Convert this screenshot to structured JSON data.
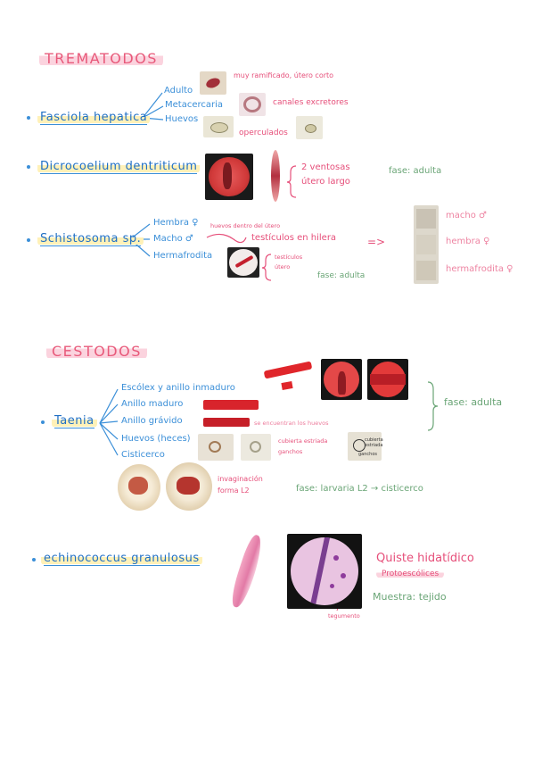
{
  "trematodos": {
    "title": "TREMATODOS",
    "fasciola": {
      "name": "Fasciola hepatica",
      "branches": [
        {
          "label": "Adulto",
          "note": "muy ramificado, útero corto"
        },
        {
          "label": "Metacercaria",
          "note": "canales excretores"
        },
        {
          "label": "Huevos",
          "note": "operculados"
        }
      ]
    },
    "dicrocoelium": {
      "name": "Dicrocoelium dentriticum",
      "notes": [
        "2 ventosas",
        "útero largo"
      ],
      "phase": "fase: adulta"
    },
    "schistosoma": {
      "name": "Schistosoma sp.",
      "branches": [
        {
          "label": "Hembra ♀",
          "note": "huevos dentro del útero"
        },
        {
          "label": "Macho ♂",
          "note": "testículos en hilera"
        },
        {
          "label": "Hermafrodita",
          "note": ""
        }
      ],
      "herm_notes": [
        "testículos",
        "útero"
      ],
      "phase": "fase: adulta",
      "arrow": "=>",
      "legend": [
        "macho ♂",
        "hembra ♀",
        "hermafrodita ♀"
      ]
    }
  },
  "cestodos": {
    "title": "CESTODOS",
    "taenia": {
      "name": "Taenia",
      "branches": [
        {
          "label": "Escólex y anillo inmaduro"
        },
        {
          "label": "Anillo maduro"
        },
        {
          "label": "Anillo grávido",
          "note": "se encuentran los huevos"
        },
        {
          "label": "Huevos (heces)",
          "note": "cubierta estriada",
          "note2": "ganchos"
        },
        {
          "label": "Cisticerco"
        }
      ],
      "egg_labels": [
        "cubierta estriada",
        "ganchos"
      ],
      "phase_adult": "fase: adulta",
      "invag": [
        "invaginación",
        "forma L2"
      ],
      "phase_larva": "fase: larvaria L2 → cisticerco"
    },
    "echino": {
      "name": "echinococcus granulosus",
      "cyst": "Quiste hidatídico",
      "proto": "Protoescólices",
      "sample": "Muestra: tejido",
      "tegumento": "tegumento"
    }
  },
  "colors": {
    "pink": "#e64f7a",
    "blue": "#3b8fd8",
    "green": "#6aa576",
    "highlight_pink": "#fbd3de",
    "highlight_yellow": "#fff1b8",
    "specimen_red": "#d8242c"
  }
}
